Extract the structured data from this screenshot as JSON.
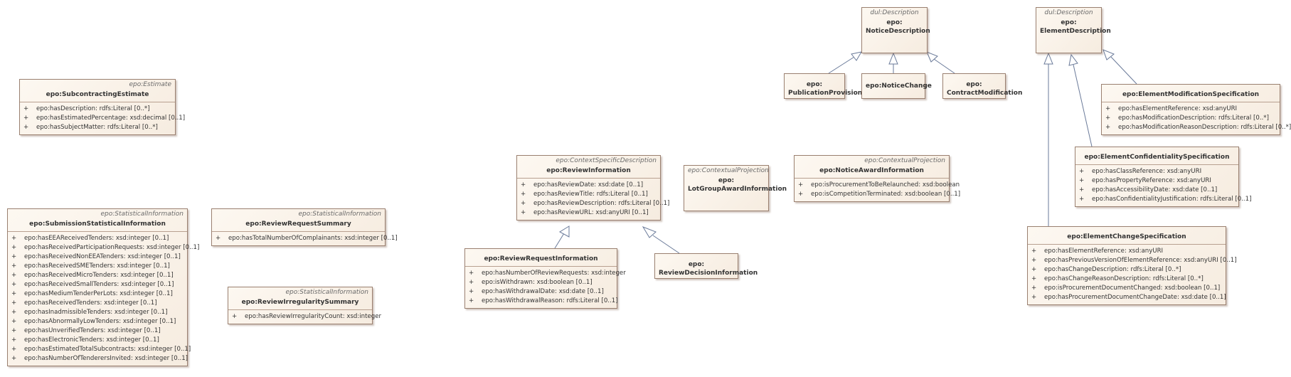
{
  "classes": {
    "subcontracting": {
      "stereotype": "epo:Estimate",
      "name": "epo:SubcontractingEstimate",
      "attrs": [
        {
          "vis": "+",
          "text": "epo:hasDescription: rdfs:Literal [0..*]"
        },
        {
          "vis": "+",
          "text": "epo:hasEstimatedPercentage: xsd:decimal [0..1]"
        },
        {
          "vis": "+",
          "text": "epo:hasSubjectMatter: rdfs:Literal [0..*]"
        }
      ]
    },
    "submission": {
      "stereotype": "epo:StatisticalInformation",
      "name": "epo:SubmissionStatisticalInformation",
      "attrs": [
        {
          "vis": "+",
          "text": "epo:hasEEAReceivedTenders: xsd:integer [0..1]"
        },
        {
          "vis": "+",
          "text": "epo:hasReceivedParticipationRequests: xsd:integer [0..1]"
        },
        {
          "vis": "+",
          "text": "epo:hasReceivedNonEEATenders: xsd:integer [0..1]"
        },
        {
          "vis": "+",
          "text": "epo:hasReceivedSMETenders: xsd:integer [0..1]"
        },
        {
          "vis": "+",
          "text": "epo:hasReceivedMicroTenders: xsd:integer [0..1]"
        },
        {
          "vis": "+",
          "text": "epo:hasReceivedSmallTenders: xsd:integer [0..1]"
        },
        {
          "vis": "+",
          "text": "epo:hasMediumTenderPerLots: xsd:integer [0..1]"
        },
        {
          "vis": "+",
          "text": "epo:hasReceivedTenders: xsd:integer [0..1]"
        },
        {
          "vis": "+",
          "text": "epo:hasInadmissibleTenders: xsd:integer [0..1]"
        },
        {
          "vis": "+",
          "text": "epo:hasAbnormallyLowTenders: xsd:integer [0..1]"
        },
        {
          "vis": "+",
          "text": "epo:hasUnverifiedTenders: xsd:integer [0..1]"
        },
        {
          "vis": "+",
          "text": "epo:hasElectronicTenders: xsd:integer [0..1]"
        },
        {
          "vis": "+",
          "text": "epo:hasEstimatedTotalSubcontracts: xsd:integer [0..1]"
        },
        {
          "vis": "+",
          "text": "epo:hasNumberOfTenderersInvited: xsd:integer [0..1]"
        }
      ]
    },
    "reviewRequestSummary": {
      "stereotype": "epo:StatisticalInformation",
      "name": "epo:ReviewRequestSummary",
      "attrs": [
        {
          "vis": "+",
          "text": "epo:hasTotalNumberOfComplainants: xsd:integer [0..1]"
        }
      ]
    },
    "reviewIrregularity": {
      "stereotype": "epo:StatisticalInformation",
      "name": "epo:ReviewIrregularitySummary",
      "attrs": [
        {
          "vis": "+",
          "text": "epo:hasReviewIrregularityCount: xsd:integer"
        }
      ]
    },
    "reviewInformation": {
      "stereotype": "epo:ContextSpecificDescription",
      "name": "epo:ReviewInformation",
      "attrs": [
        {
          "vis": "+",
          "text": "epo:hasReviewDate: xsd:date [0..1]"
        },
        {
          "vis": "+",
          "text": "epo:hasReviewTitle: rdfs:Literal [0..1]"
        },
        {
          "vis": "+",
          "text": "epo:hasReviewDescription: rdfs:Literal [0..1]"
        },
        {
          "vis": "+",
          "text": "epo:hasReviewURL: xsd:anyURI [0..1]"
        }
      ]
    },
    "reviewRequestInformation": {
      "stereotype": "",
      "name": "epo:ReviewRequestInformation",
      "attrs": [
        {
          "vis": "+",
          "text": "epo:hasNumberOfReviewRequests: xsd:integer"
        },
        {
          "vis": "+",
          "text": "epo:isWithdrawn: xsd:boolean [0..1]"
        },
        {
          "vis": "+",
          "text": "epo:hasWithdrawalDate: xsd:date [0..1]"
        },
        {
          "vis": "+",
          "text": "epo:hasWithdrawalReason: rdfs:Literal [0..1]"
        }
      ]
    },
    "reviewDecision": {
      "name1": "epo:",
      "name2": "ReviewDecisionInformation"
    },
    "lotGroup": {
      "stereotype": "epo:ContextualProjection",
      "name1": "epo:",
      "name2": "LotGroupAwardInformation"
    },
    "noticeAward": {
      "stereotype": "epo:ContextualProjection",
      "name": "epo:NoticeAwardInformation",
      "attrs": [
        {
          "vis": "+",
          "text": "epo:isProcurementToBeRelaunched: xsd:boolean"
        },
        {
          "vis": "+",
          "text": "epo:isCompetitionTerminated: xsd:boolean [0..1]"
        }
      ]
    },
    "noticeDescription": {
      "stereotype": "dul:Description",
      "name1": "epo:",
      "name2": "NoticeDescription"
    },
    "publicationProvision": {
      "name1": "epo:",
      "name2": "PublicationProvision"
    },
    "noticeChange": {
      "name": "epo:NoticeChange"
    },
    "contractModification": {
      "name1": "epo:",
      "name2": "ContractModification"
    },
    "elementDescription": {
      "stereotype": "dul:Description",
      "name1": "epo:",
      "name2": "ElementDescription"
    },
    "elementModification": {
      "name": "epo:ElementModificationSpecification",
      "attrs": [
        {
          "vis": "+",
          "text": "epo:hasElementReference: xsd:anyURI"
        },
        {
          "vis": "+",
          "text": "epo:hasModificationDescription: rdfs:Literal [0..*]"
        },
        {
          "vis": "+",
          "text": "epo:hasModificationReasonDescription: rdfs:Literal [0..*]"
        }
      ]
    },
    "elementConfidentiality": {
      "name": "epo:ElementConfidentialitySpecification",
      "attrs": [
        {
          "vis": "+",
          "text": "epo:hasClassReference: xsd:anyURI"
        },
        {
          "vis": "+",
          "text": "epo:hasPropertyReference: xsd:anyURI"
        },
        {
          "vis": "+",
          "text": "epo:hasAccessibilityDate: xsd:date [0..1]"
        },
        {
          "vis": "+",
          "text": "epo:hasConfidentialityJustification: rdfs:Literal [0..1]"
        }
      ]
    },
    "elementChange": {
      "name": "epo:ElementChangeSpecification",
      "attrs": [
        {
          "vis": "+",
          "text": "epo:hasElementReference: xsd:anyURI"
        },
        {
          "vis": "+",
          "text": "epo:hasPreviousVersionOfElementReference: xsd:anyURI [0..1]"
        },
        {
          "vis": "+",
          "text": "epo:hasChangeDescription: rdfs:Literal [0..*]"
        },
        {
          "vis": "+",
          "text": "epo:hasChangeReasonDescription: rdfs:Literal [0..*]"
        },
        {
          "vis": "+",
          "text": "epo:isProcurementDocumentChanged: xsd:boolean [0..1]"
        },
        {
          "vis": "+",
          "text": "epo:hasProcurementDocumentChangeDate: xsd:date [0..1]"
        }
      ]
    }
  }
}
